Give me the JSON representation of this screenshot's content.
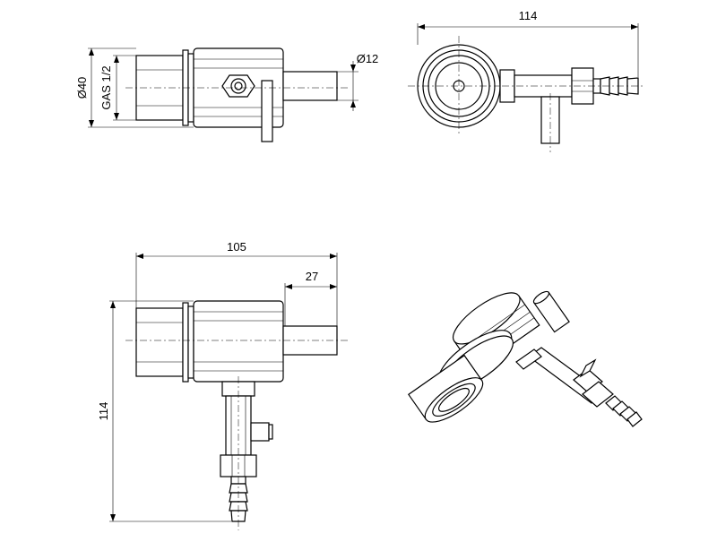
{
  "dimensions": {
    "front_diameter_outer": "Ø40",
    "front_thread": "GAS 1/2",
    "front_outlet_diameter": "Ø12",
    "side_width": "114",
    "bottom_length": "105",
    "bottom_outlet_length": "27",
    "bottom_height": "114"
  },
  "colors": {
    "line": "#000000",
    "background": "#ffffff"
  }
}
